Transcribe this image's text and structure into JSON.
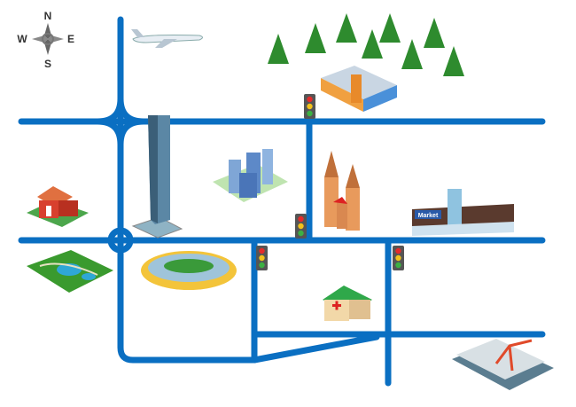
{
  "compass": {
    "north": "N",
    "south": "S",
    "west": "W",
    "east": "E"
  },
  "landmarks": {
    "market_sign": "Market"
  },
  "colors": {
    "road": "#0a6fc2",
    "tree": "#2e8b2e",
    "light_red": "#e52b2b",
    "light_yellow": "#f2c21b",
    "light_green": "#3cb043"
  }
}
